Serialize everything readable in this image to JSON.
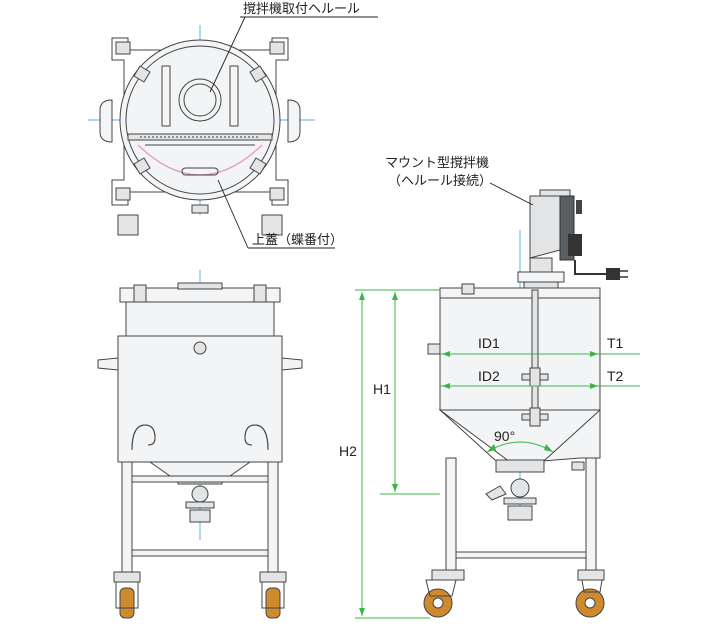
{
  "labels": {
    "agitator_ferrule": "撹拌機取付ヘルール",
    "lid_hinged": "上蓋（蝶番付）",
    "mount_agitator_line1": "マウント型撹拌機",
    "mount_agitator_line2": "（ヘルール接続）"
  },
  "dimensions": {
    "id1": "ID1",
    "id2": "ID2",
    "t1": "T1",
    "t2": "T2",
    "h1": "H1",
    "h2": "H2",
    "angle": "90°"
  },
  "colors": {
    "centerline": "#58b4de",
    "dimension": "#39b54a",
    "wheel": "#d08a2e",
    "outline": "#444444"
  }
}
